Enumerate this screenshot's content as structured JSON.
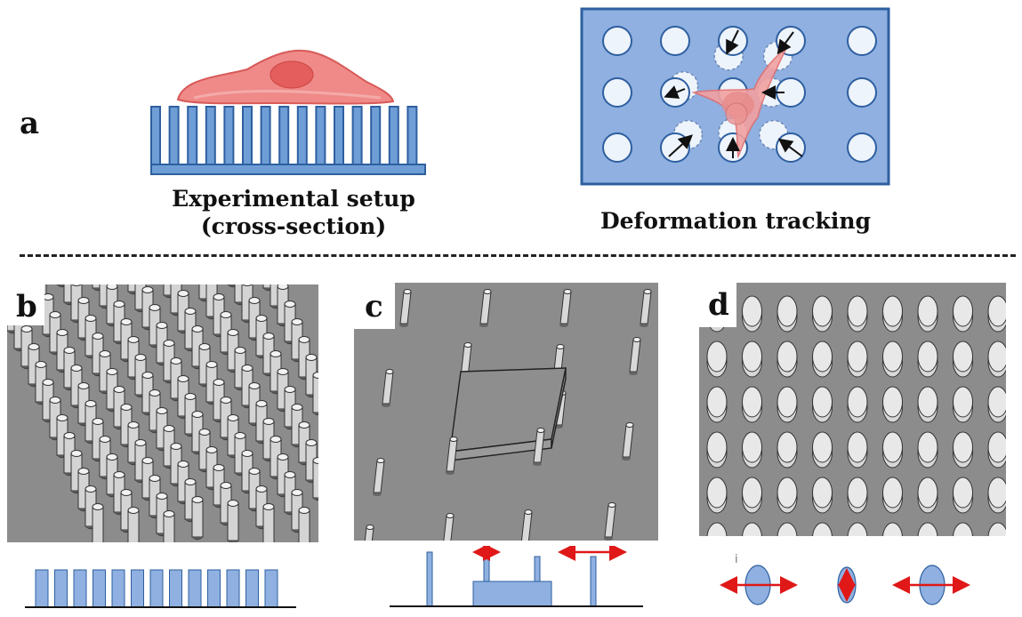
{
  "panel_a": {
    "letter": "a",
    "caption_setup_line1": "Experimental setup",
    "caption_setup_line2": "(cross-section)",
    "caption_tracking": "Deformation tracking"
  },
  "panel_b": {
    "letter": "b"
  },
  "panel_c": {
    "letter": "c"
  },
  "panel_d": {
    "letter": "d",
    "tick_mark": "i"
  },
  "colors": {
    "pillar_blue": "#6f9ed6",
    "pillar_stroke": "#2e5fa0",
    "cell_pink": "#ec7a78",
    "arrow_red": "#e01818",
    "sem_gray": "#8c8c8c"
  }
}
